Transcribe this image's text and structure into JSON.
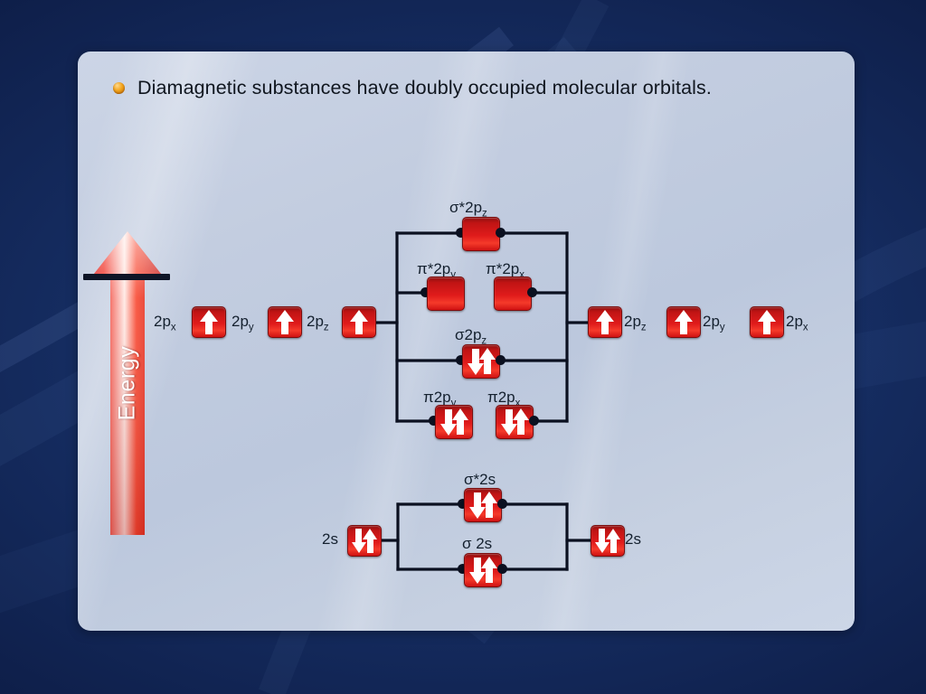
{
  "slide": {
    "headline": "Diamagnetic substances have doubly occupied molecular orbitals.",
    "bullet_color": "#f3a51d",
    "panel_color": "#c6d0e1",
    "background_color": "#14275a"
  },
  "axis": {
    "label": "Energy",
    "direction": "up",
    "color": "#e81b1b"
  },
  "diagram": {
    "type": "molecular-orbital-energy-level-diagram",
    "orbital_box_color": "#d71a1a",
    "electron_arrow_color": "#ffffff",
    "left_atom": {
      "p_orbitals": [
        {
          "label": "2p",
          "sub": "x",
          "electrons": "up"
        },
        {
          "label": "2p",
          "sub": "y",
          "electrons": "up"
        },
        {
          "label": "2p",
          "sub": "z",
          "electrons": "up"
        }
      ],
      "s_orbital": {
        "label": "2s",
        "sub": "",
        "electrons": "pair"
      }
    },
    "right_atom": {
      "p_orbitals": [
        {
          "label": "2p",
          "sub": "z",
          "electrons": "up"
        },
        {
          "label": "2p",
          "sub": "y",
          "electrons": "up"
        },
        {
          "label": "2p",
          "sub": "x",
          "electrons": "up"
        }
      ],
      "s_orbital": {
        "label": "2s",
        "sub": "",
        "electrons": "pair"
      }
    },
    "molecular_orbitals": [
      {
        "label": "σ*2p",
        "sub": "z",
        "electrons": "empty"
      },
      {
        "label": "π*2p",
        "sub": "y",
        "electrons": "empty"
      },
      {
        "label": "π*2p",
        "sub": "x",
        "electrons": "empty"
      },
      {
        "label": "σ2p",
        "sub": "z",
        "electrons": "pair"
      },
      {
        "label": "π2p",
        "sub": "y",
        "electrons": "pair"
      },
      {
        "label": "π2p",
        "sub": "x",
        "electrons": "pair"
      },
      {
        "label": "σ*2s",
        "sub": "",
        "electrons": "pair"
      },
      {
        "label": "σ 2s",
        "sub": "",
        "electrons": "pair"
      }
    ]
  },
  "labels": {
    "sigma_star_2pz": "σ*2p",
    "pi_star_2py": "π*2p",
    "pi_star_2px": "π*2p",
    "sigma_2pz": "σ2p",
    "pi_2py": "π2p",
    "pi_2px": "π2p",
    "sigma_star_2s": "σ*2s",
    "sigma_2s": "σ 2s",
    "sub_x": "x",
    "sub_y": "y",
    "sub_z": "z",
    "p_x": "2p",
    "p_y": "2p",
    "p_z": "2p",
    "s": "2s"
  }
}
